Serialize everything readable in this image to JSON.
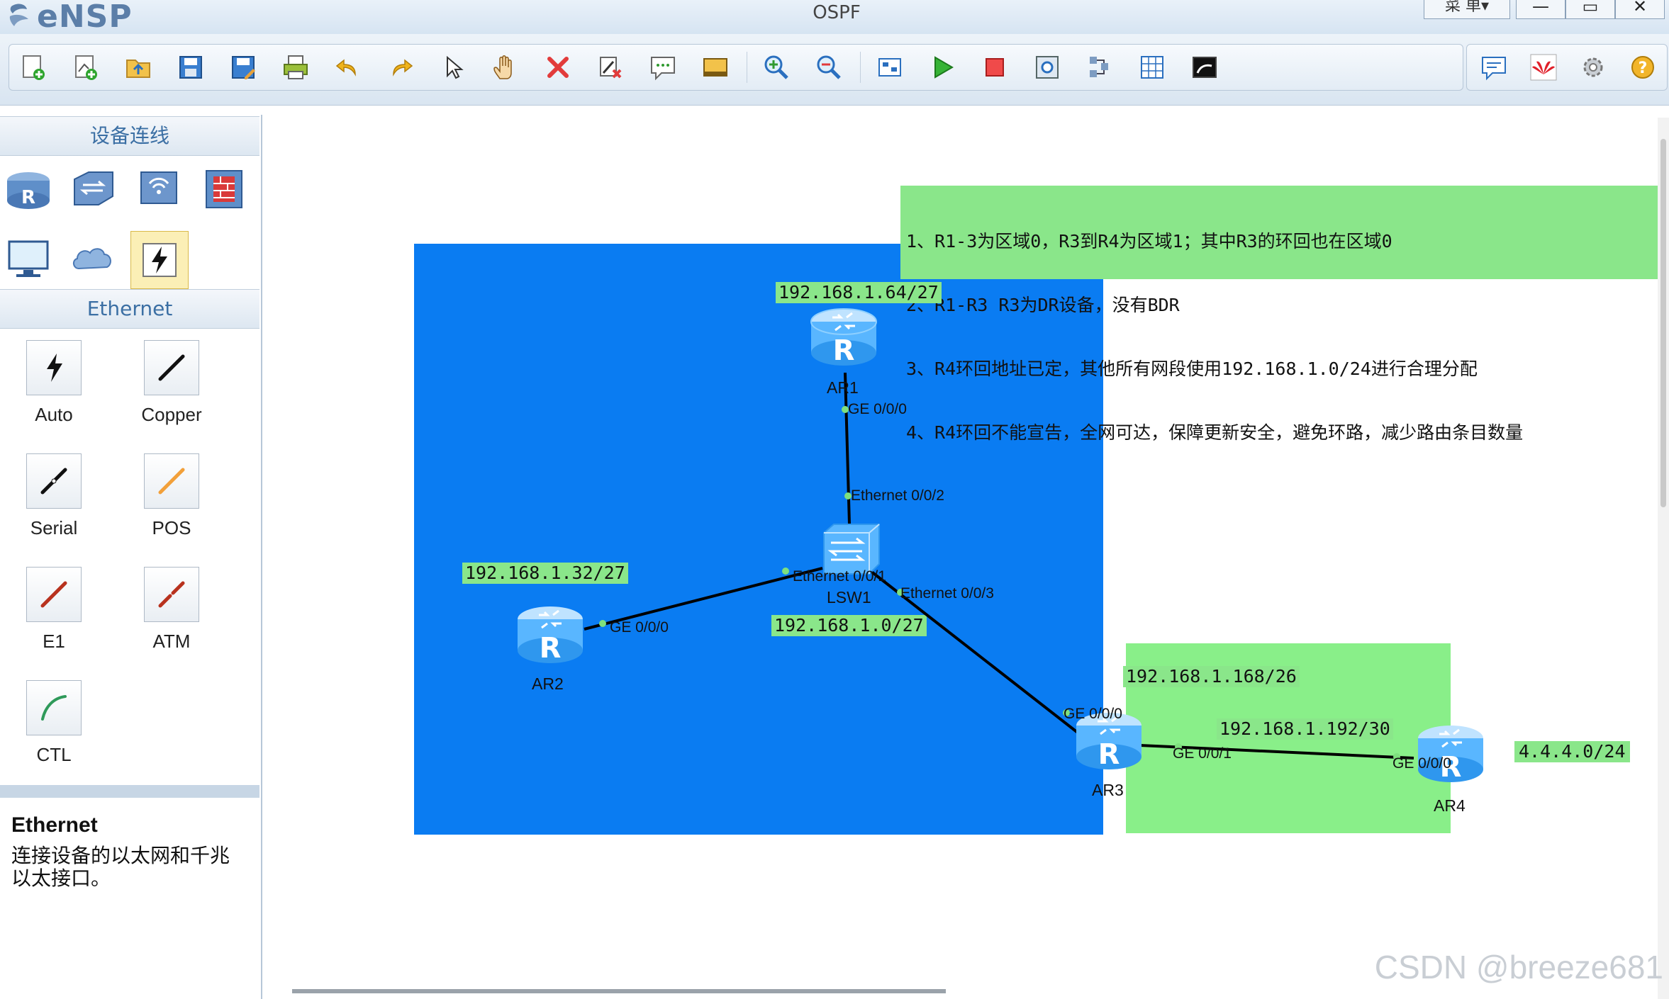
{
  "app": {
    "name": "eNSP",
    "window_title": "OSPF",
    "menu_label": "菜 单▾"
  },
  "toolbar": {
    "buttons": [
      "new-topology-icon",
      "new-lab-icon",
      "open-icon",
      "save-icon",
      "save-as-icon",
      "print-icon",
      "undo-icon",
      "redo-icon",
      "select-icon",
      "pan-hand-icon",
      "delete-icon",
      "delete-link-icon",
      "text-note-icon",
      "palette-icon",
      "zoom-in-icon",
      "zoom-out-icon",
      "fit-view-icon",
      "start-icon",
      "stop-icon",
      "capture-icon",
      "topology-icon",
      "grid-icon",
      "terminal-icon"
    ],
    "right_buttons": [
      "forum-icon",
      "huawei-icon",
      "settings-icon",
      "help-icon"
    ]
  },
  "left_panel": {
    "header": "设备连线",
    "devices": [
      "router-icon",
      "switch-icon",
      "wireless-icon",
      "firewall-icon",
      "pc-icon",
      "cloud-icon",
      "connection-icon"
    ],
    "section_title": "Ethernet",
    "cables": [
      {
        "label": "Auto",
        "icon": "auto-cable-icon"
      },
      {
        "label": "Copper",
        "icon": "copper-cable-icon"
      },
      {
        "label": "Serial",
        "icon": "serial-cable-icon"
      },
      {
        "label": "POS",
        "icon": "pos-cable-icon"
      },
      {
        "label": "E1",
        "icon": "e1-cable-icon"
      },
      {
        "label": "ATM",
        "icon": "atm-cable-icon"
      },
      {
        "label": "CTL",
        "icon": "ctl-cable-icon"
      }
    ],
    "description_title": "Ethernet",
    "description_text": "连接设备的以太网和千兆以太接口。"
  },
  "topology": {
    "requirements": [
      "1、R1-3为区域0，R3到R4为区域1；其中R3的环回也在区域0",
      "2、R1-R3 R3为DR设备，没有BDR",
      "3、R4环回地址已定，其他所有网段使用192.168.1.0/24进行合理分配",
      "4、R4环回不能宣告，全网可达，保障更新安全，避免环路，减少路由条目数量"
    ],
    "area0_color": "#0a7cf2",
    "area1_color": "#89ef89",
    "subnets": {
      "ar1": "192.168.1.64/27",
      "ar2": "192.168.1.32/27",
      "lsw1": "192.168.1.0/27",
      "ar3": "192.168.1.168/26",
      "link_ar3_ar4": "192.168.1.192/30",
      "ar4_loopback": "4.4.4.0/24"
    },
    "devices": {
      "ar1": "AR1",
      "ar2": "AR2",
      "ar3": "AR3",
      "ar4": "AR4",
      "lsw1": "LSW1"
    },
    "interfaces": {
      "ar1_ge": "GE 0/0/0",
      "lsw1_e2": "Ethernet 0/0/2",
      "lsw1_e1": "Ethernet 0/0/1",
      "lsw1_e3": "Ethernet 0/0/3",
      "ar2_ge": "GE 0/0/0",
      "ar3_ge0": "GE 0/0/0",
      "ar3_ge1": "GE 0/0/1",
      "ar4_ge": "GE 0/0/0"
    }
  },
  "watermark": "CSDN @breeze681"
}
